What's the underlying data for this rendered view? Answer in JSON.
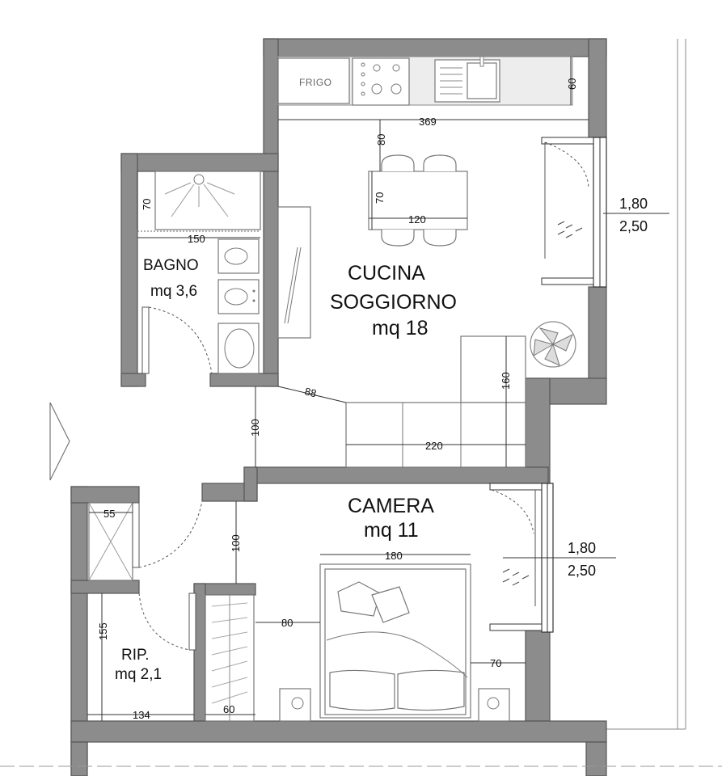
{
  "rooms": {
    "bagno": {
      "name": "BAGNO",
      "area": "mq 3,6"
    },
    "cucina": {
      "name_line1": "CUCINA",
      "name_line2": "SOGGIORNO",
      "area": "mq 18"
    },
    "camera": {
      "name": "CAMERA",
      "area": "mq 11"
    },
    "rip": {
      "name": "RIP.",
      "area": "mq 2,1"
    }
  },
  "labels": {
    "frigo": "FRIGO"
  },
  "windows": [
    {
      "width": "1,80",
      "height": "2,50"
    },
    {
      "width": "1,80",
      "height": "2,50"
    }
  ],
  "dimensions": {
    "kitchen_depth": "60",
    "kitchen_length": "369",
    "table_gap": "80",
    "table_depth": "70",
    "table_length": "120",
    "shower_depth": "70",
    "bath_width": "150",
    "passage_diag": "88",
    "sofa_depth": "160",
    "sofa_length": "220",
    "hall_width": "100",
    "closet_width": "55",
    "camera_hall": "100",
    "bed_width": "180",
    "wardrobe_gap": "80",
    "bed_side_gap": "70",
    "rip_depth": "155",
    "rip_width": "134",
    "wardrobe_depth": "60"
  }
}
